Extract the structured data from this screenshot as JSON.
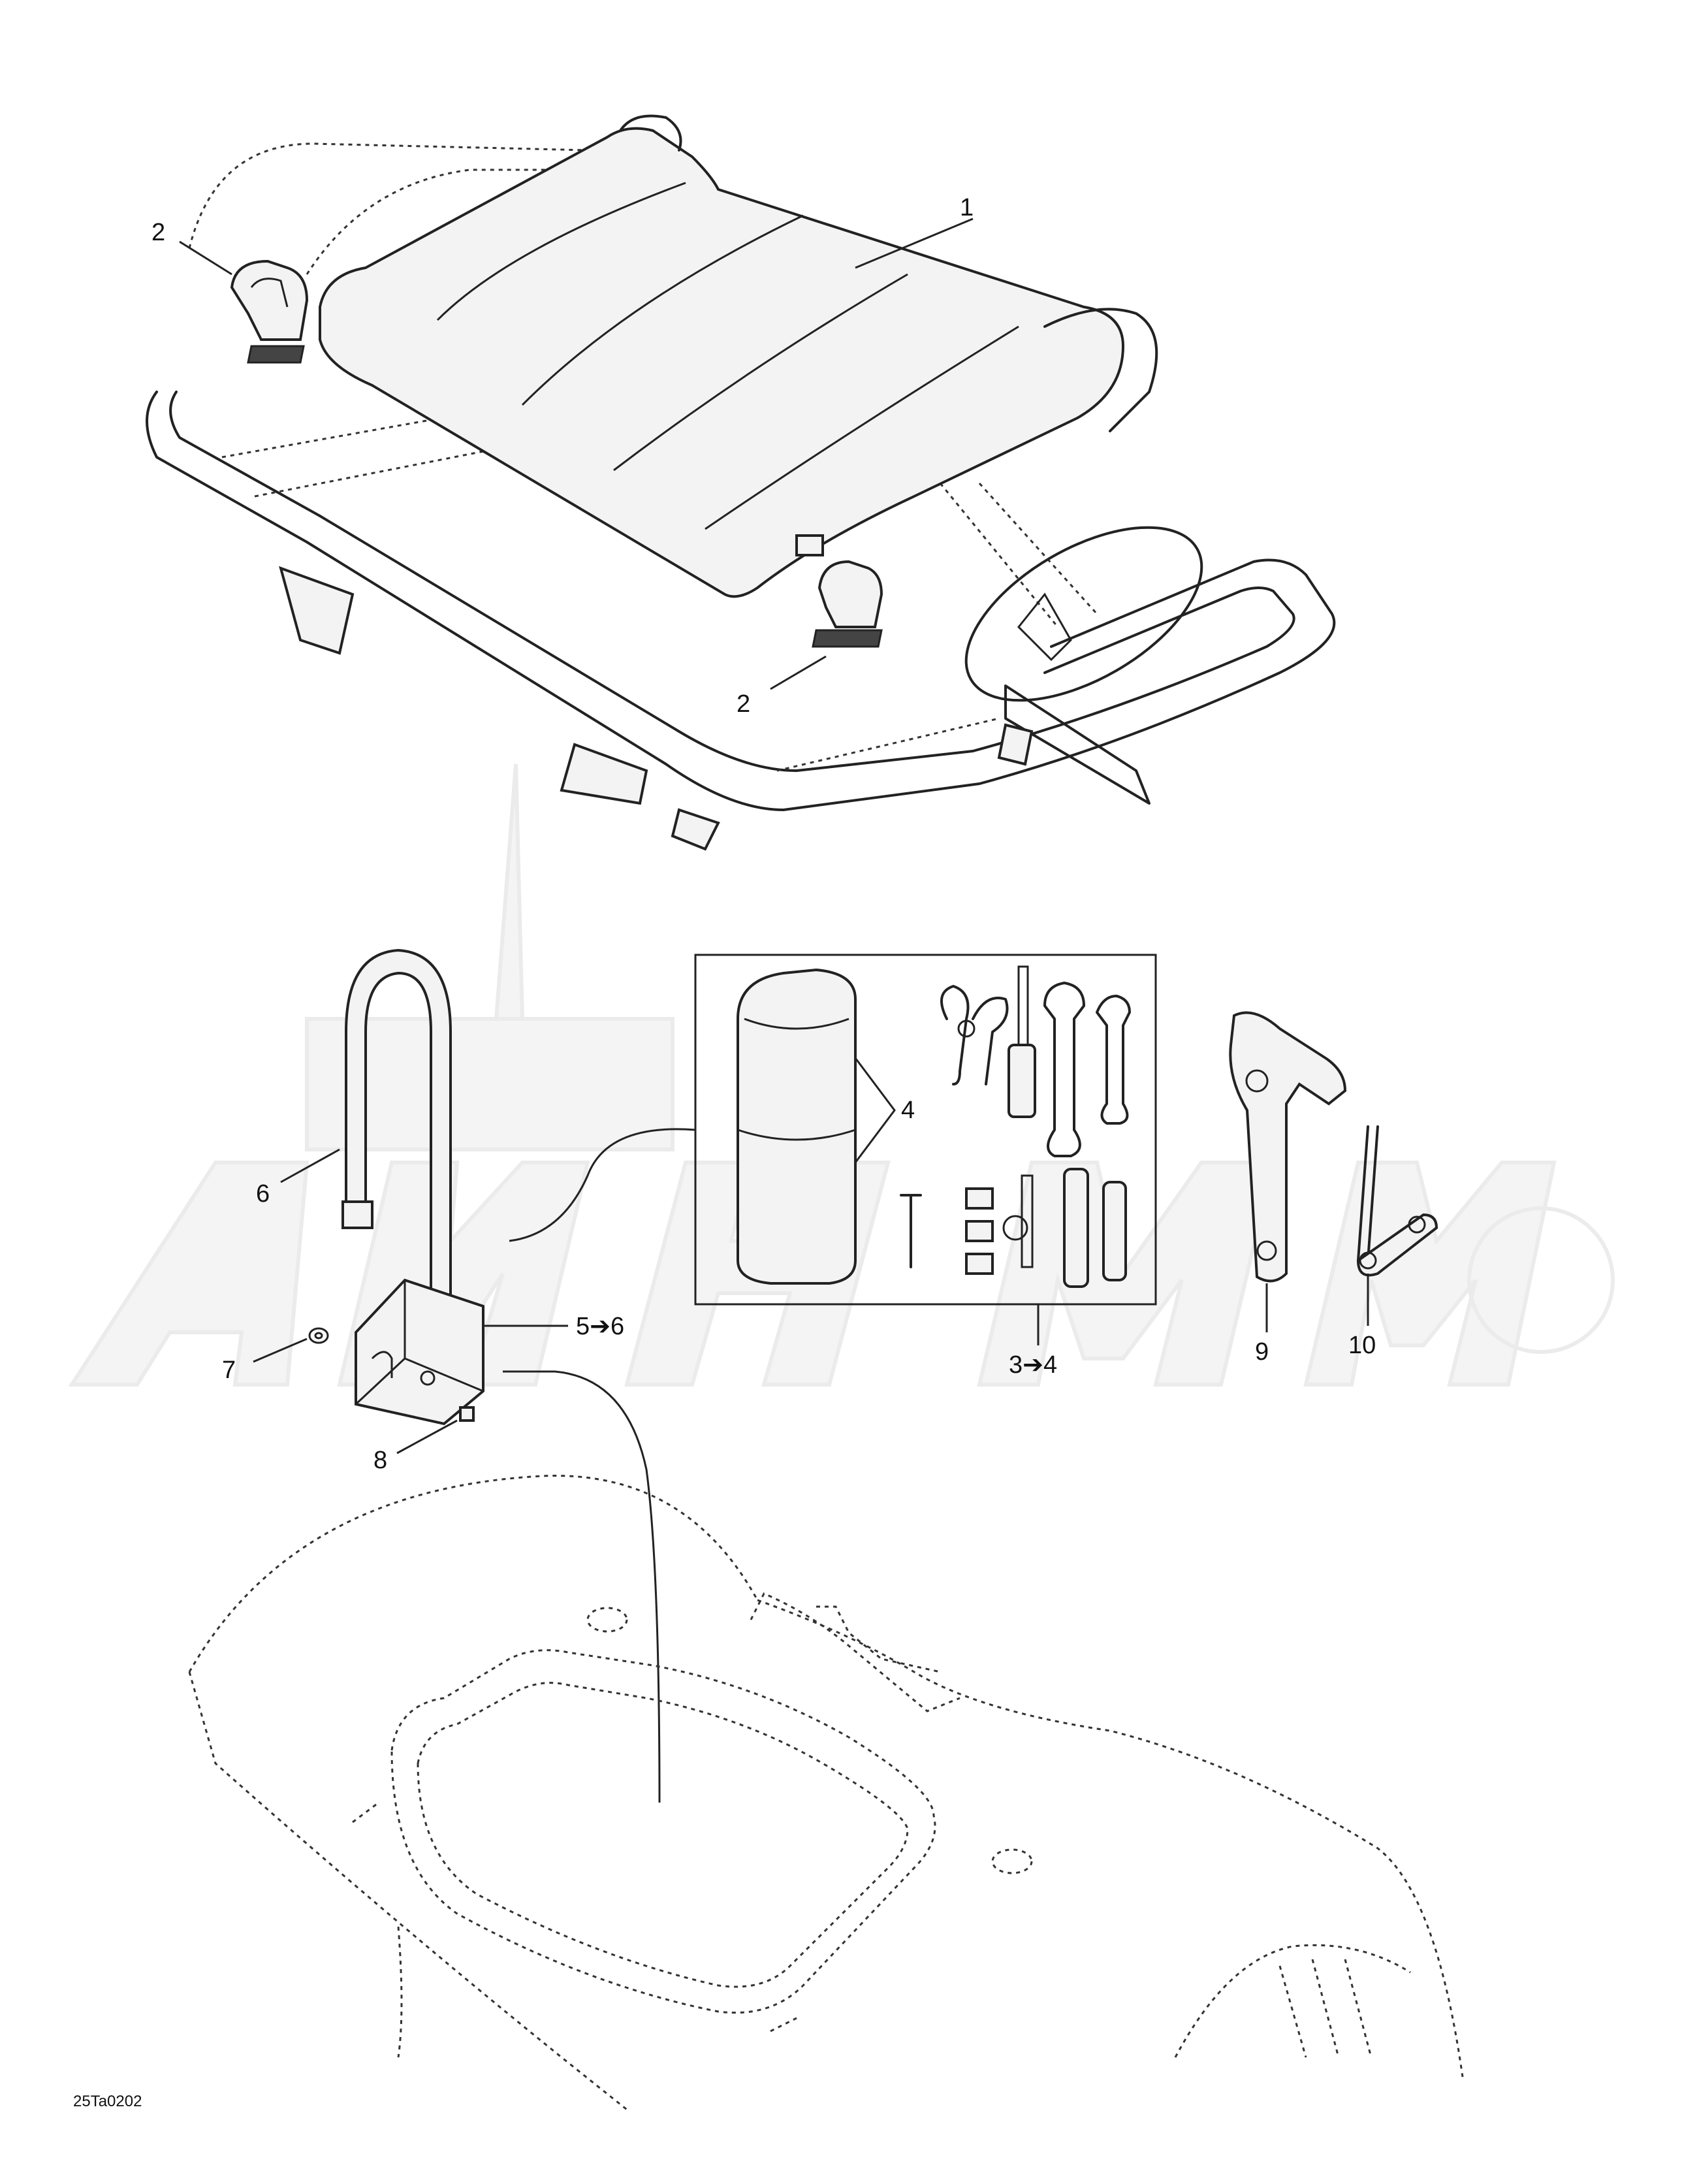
{
  "callouts": {
    "c1": "1",
    "c2a": "2",
    "c2b": "2",
    "c3": "3➔4",
    "c4a": "4",
    "c5": "5➔6",
    "c6": "6",
    "c7": "7",
    "c8": "8",
    "c9": "9",
    "c10": "10"
  },
  "drawing_code": "25Ta0202",
  "colors": {
    "line": "#222222",
    "watermark": "#e6e6e6",
    "background": "#ffffff"
  }
}
